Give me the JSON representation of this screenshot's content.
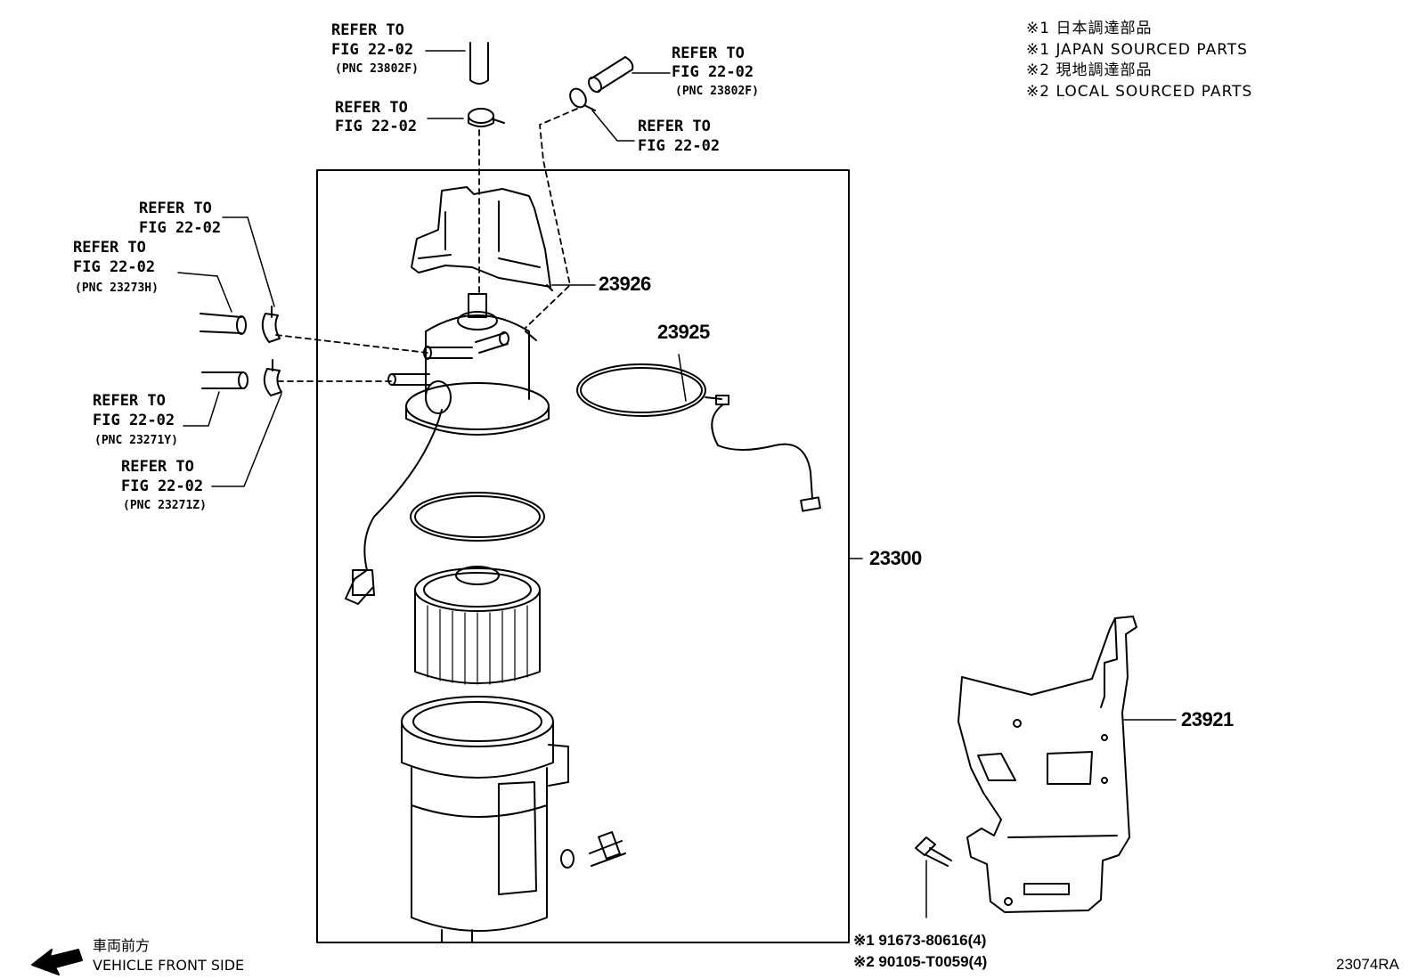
{
  "legend": {
    "line1": "※1 日本調達部品",
    "line2": "※1 JAPAN SOURCED PARTS",
    "line3": "※2 現地調達部品",
    "line4": "※2 LOCAL SOURCED PARTS"
  },
  "callouts": {
    "top_left": {
      "refer": "REFER TO",
      "fig": "FIG 22-02",
      "pnc": "(PNC 23802F)"
    },
    "top_clip": {
      "refer": "REFER TO",
      "fig": "FIG 22-02"
    },
    "top_right_hose": {
      "refer": "REFER TO",
      "fig": "FIG 22-02",
      "pnc": "(PNC 23802F)"
    },
    "top_right_clip": {
      "refer": "REFER TO",
      "fig": "FIG 22-02"
    },
    "left_clip_upper": {
      "refer": "REFER TO",
      "fig": "FIG 22-02"
    },
    "left_hose_upper": {
      "refer": "REFER TO",
      "fig": "FIG 22-02",
      "pnc": "(PNC 23273H)"
    },
    "left_hose_lower": {
      "refer": "REFER TO",
      "fig": "FIG 22-02",
      "pnc": "(PNC 23271Y)"
    },
    "left_clip_lower": {
      "refer": "REFER TO",
      "fig": "FIG 22-02",
      "pnc": "(PNC 23271Z)"
    }
  },
  "part_numbers": {
    "p23926": "23926",
    "p23925": "23925",
    "p23300": "23300",
    "p23921": "23921"
  },
  "bolts": {
    "line1": "※1 91673-80616(4)",
    "line2": "※2 90105-T0059(4)"
  },
  "front_side": {
    "jp": "車両前方",
    "en": "VEHICLE FRONT SIDE"
  },
  "figure_id": "23074RA"
}
